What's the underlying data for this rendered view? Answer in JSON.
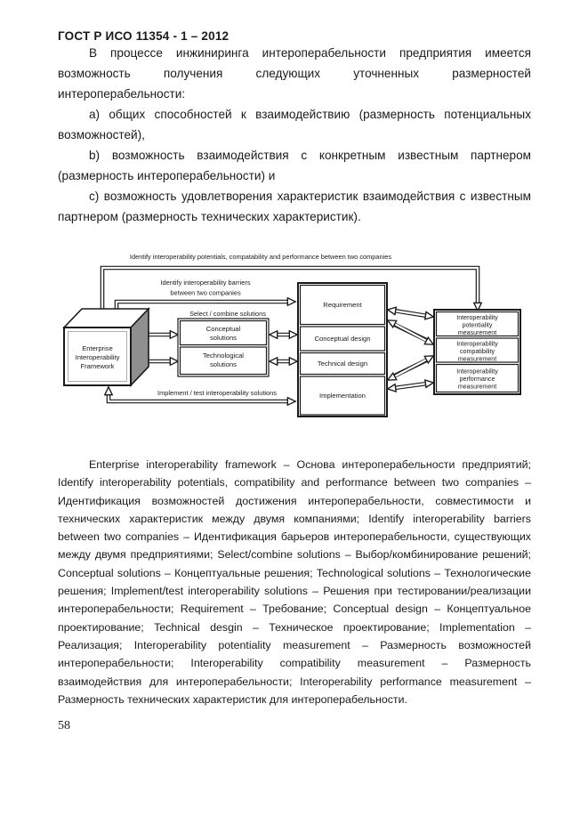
{
  "page": {
    "header": "ГОСТ Р ИСО 11354 - 1 – 2012",
    "page_number": "58"
  },
  "body": {
    "intro": "В процессе инжиниринга интероперабельности предприятия имеется возможность получения следующих уточненных размерностей интероперабельности:",
    "items": [
      "a) общих способностей к взаимодействию (размерность  потенциальных возможностей),",
      "b) возможность взаимодействия с конкретным известным партнером (размерность интероперабельности) и",
      "c) возможность  удовлетворения  характеристик  взаимодействия  с известным партнером (размерность технических характеристик)."
    ],
    "caption": "Enterprise interoperability framework – Основа интероперабельности предприятий; Identify interoperability potentials, compatibility and performance between two companies – Идентификация возможностей достижения интероперабельности, совместимости и технических характеристик между двумя компаниями; Identify interoperability barriers between two companies – Идентификация барьеров интероперабельности, существующих между двумя предприятиями; Select/combine solutions – Выбор/комбинирование решений; Conceptual solutions – Концептуальные решения; Technological solutions – Технологические решения; Implement/test interoperability solutions – Решения при тестировании/реализации интероперабельности; Requirement – Требование; Conceptual design – Концептуальное проектирование; Technical desgin – Техническое проектирование; Implementation – Реализация; Interoperability potentiality measurement – Размерность возможностей интероперабельности; Interoperability compatibility measurement – Размерность взаимодействия для интероперабельности; Interoperability performance measurement – Размерность технических характеристик для интероперабельности."
  },
  "diagram": {
    "labels": {
      "top": "Identify interoperability potentials, compatability and performance between two companies",
      "barriers_1": "Identify interoperability barriers",
      "barriers_2": "between two companies",
      "select": "Select / combine solutions",
      "implement": "Implement / test interoperability solutions"
    },
    "cube": [
      "Enterprise",
      "Interoperability",
      "Framework"
    ],
    "solutions": {
      "conceptual": [
        "Conceptual",
        "solutions"
      ],
      "technological": [
        "Technological",
        "solutions"
      ]
    },
    "phases": [
      "Requirement",
      "Conceptual design",
      "Technical design",
      "Implementation"
    ],
    "measurements": {
      "potentiality": [
        "Interoperability",
        "potentiality",
        "measurement"
      ],
      "compatibility": [
        "Interoperability",
        "compatibility",
        "measurement"
      ],
      "performance": [
        "Interoperability",
        "performance",
        "measurement"
      ]
    },
    "colors": {
      "cube_side": "#8f8f8f",
      "line": "#1a1a1a"
    }
  }
}
